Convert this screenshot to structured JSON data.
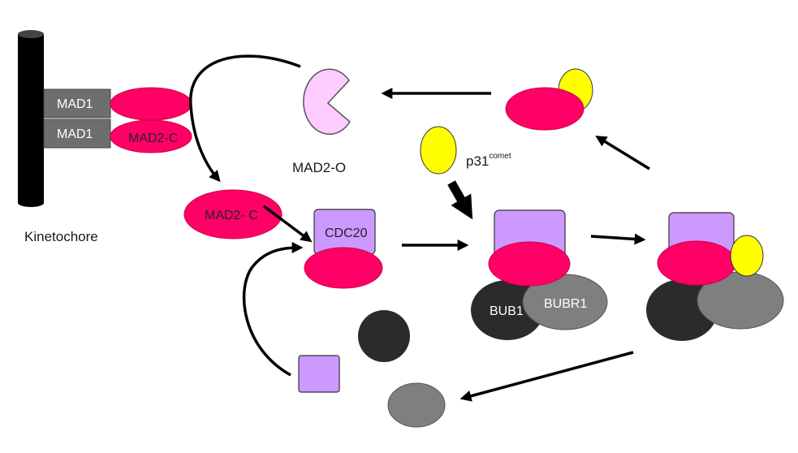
{
  "colors": {
    "mad2": "#ff0066",
    "cdc20": "#cc99ff",
    "mad2_open": "#ffccff",
    "p31": "#ffff00",
    "bub1": "#2b2b2b",
    "bubr1": "#7f7f7f",
    "mad1": "#6e6e6e",
    "kinetochore": "#000000"
  },
  "labels": {
    "mad1_top": "MAD1",
    "mad1_bottom": "MAD1",
    "mad2c_bound": "MAD2-C",
    "kinetochore": "Kinetochore",
    "mad2_open": "MAD2-O",
    "mad2c_free": "MAD2- C",
    "cdc20": "CDC20",
    "p31": "p31",
    "p31_sup": "comet",
    "bub1": "BUB1",
    "bubr1": "BUBR1"
  }
}
